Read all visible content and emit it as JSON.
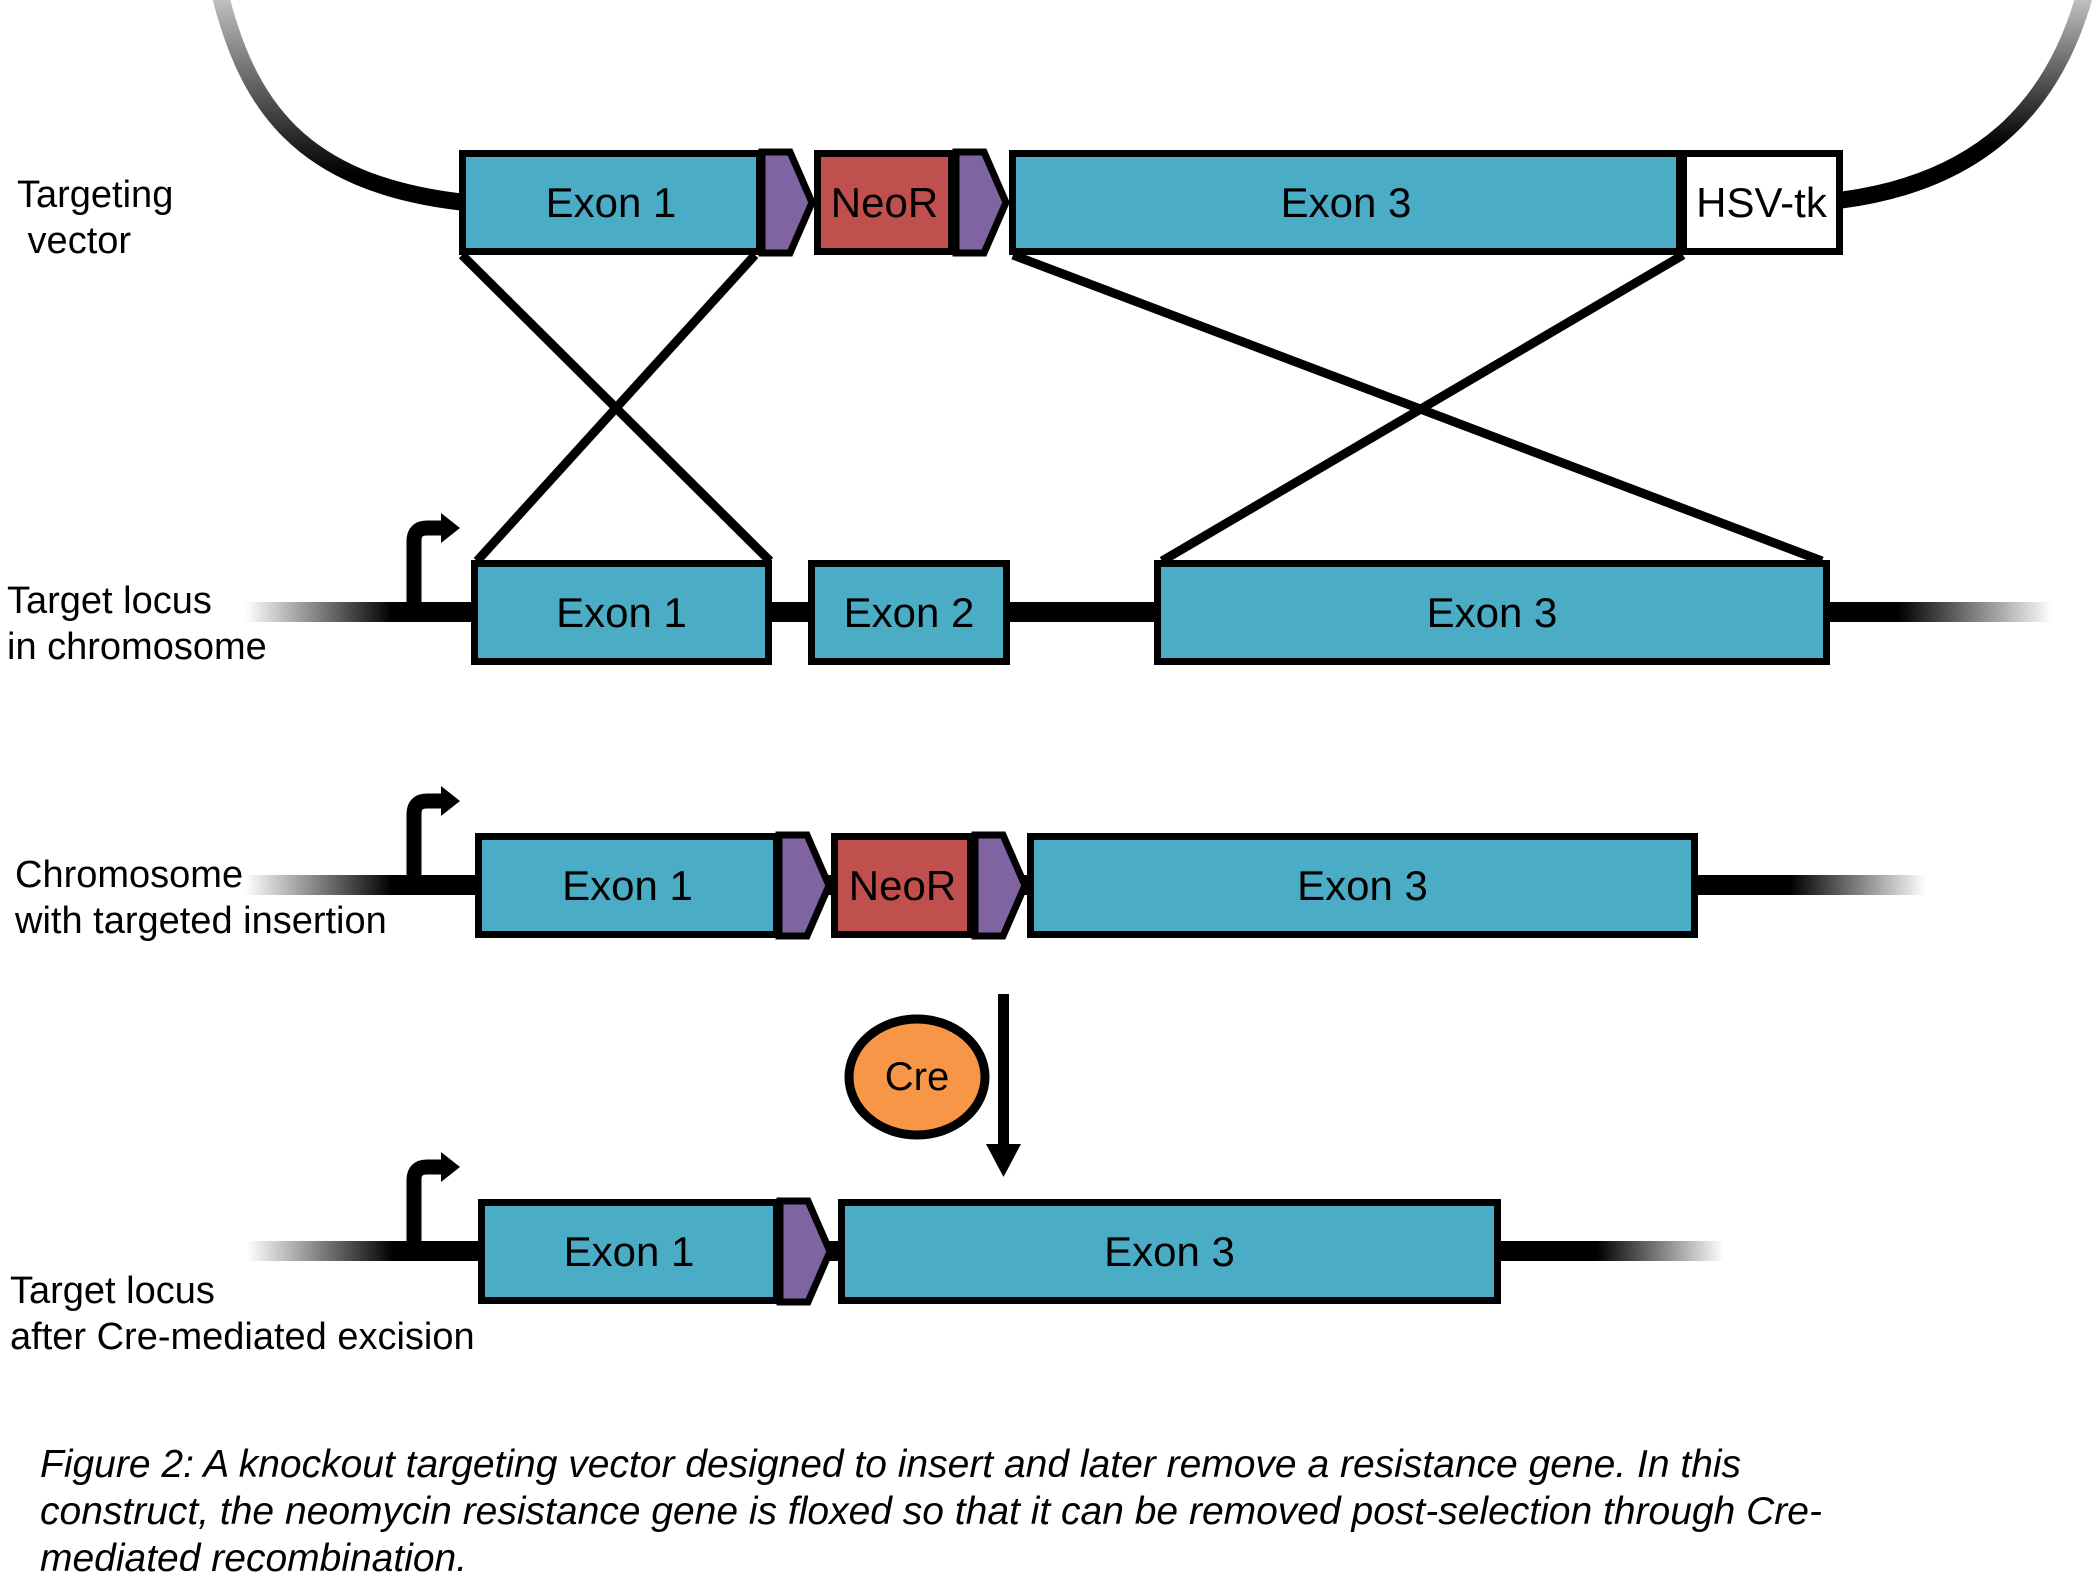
{
  "figure": {
    "type": "gene-targeting-diagram",
    "palette": {
      "exon_fill": "#4BACC6",
      "neor_fill": "#C0504D",
      "loxp_fill": "#8064A2",
      "cre_fill": "#F79646",
      "hsvtk_fill": "#FFFFFF",
      "outline": "#000000"
    },
    "rows": {
      "targeting_vector": {
        "label": "Targeting\n vector",
        "exon1": "Exon 1",
        "neor": "NeoR",
        "exon3": "Exon 3",
        "hsvtk": "HSV-tk"
      },
      "target_locus": {
        "label": "Target locus\nin chromosome",
        "exon1": "Exon 1",
        "exon2": "Exon 2",
        "exon3": "Exon 3"
      },
      "targeted_insertion": {
        "label": "Chromosome\nwith targeted insertion",
        "exon1": "Exon 1",
        "neor": "NeoR",
        "exon3": "Exon 3"
      },
      "after_excision": {
        "label": "Target locus\nafter Cre-mediated excision",
        "exon1": "Exon 1",
        "exon3": "Exon 3"
      }
    },
    "cre": {
      "label": "Cre"
    },
    "caption": {
      "line1": "Figure 2: A knockout targeting vector designed to insert and later remove a resistance gene. In this",
      "line2": "construct, the neomycin resistance gene is floxed so that it can be removed post-selection through Cre-",
      "line3": "mediated recombination."
    }
  }
}
